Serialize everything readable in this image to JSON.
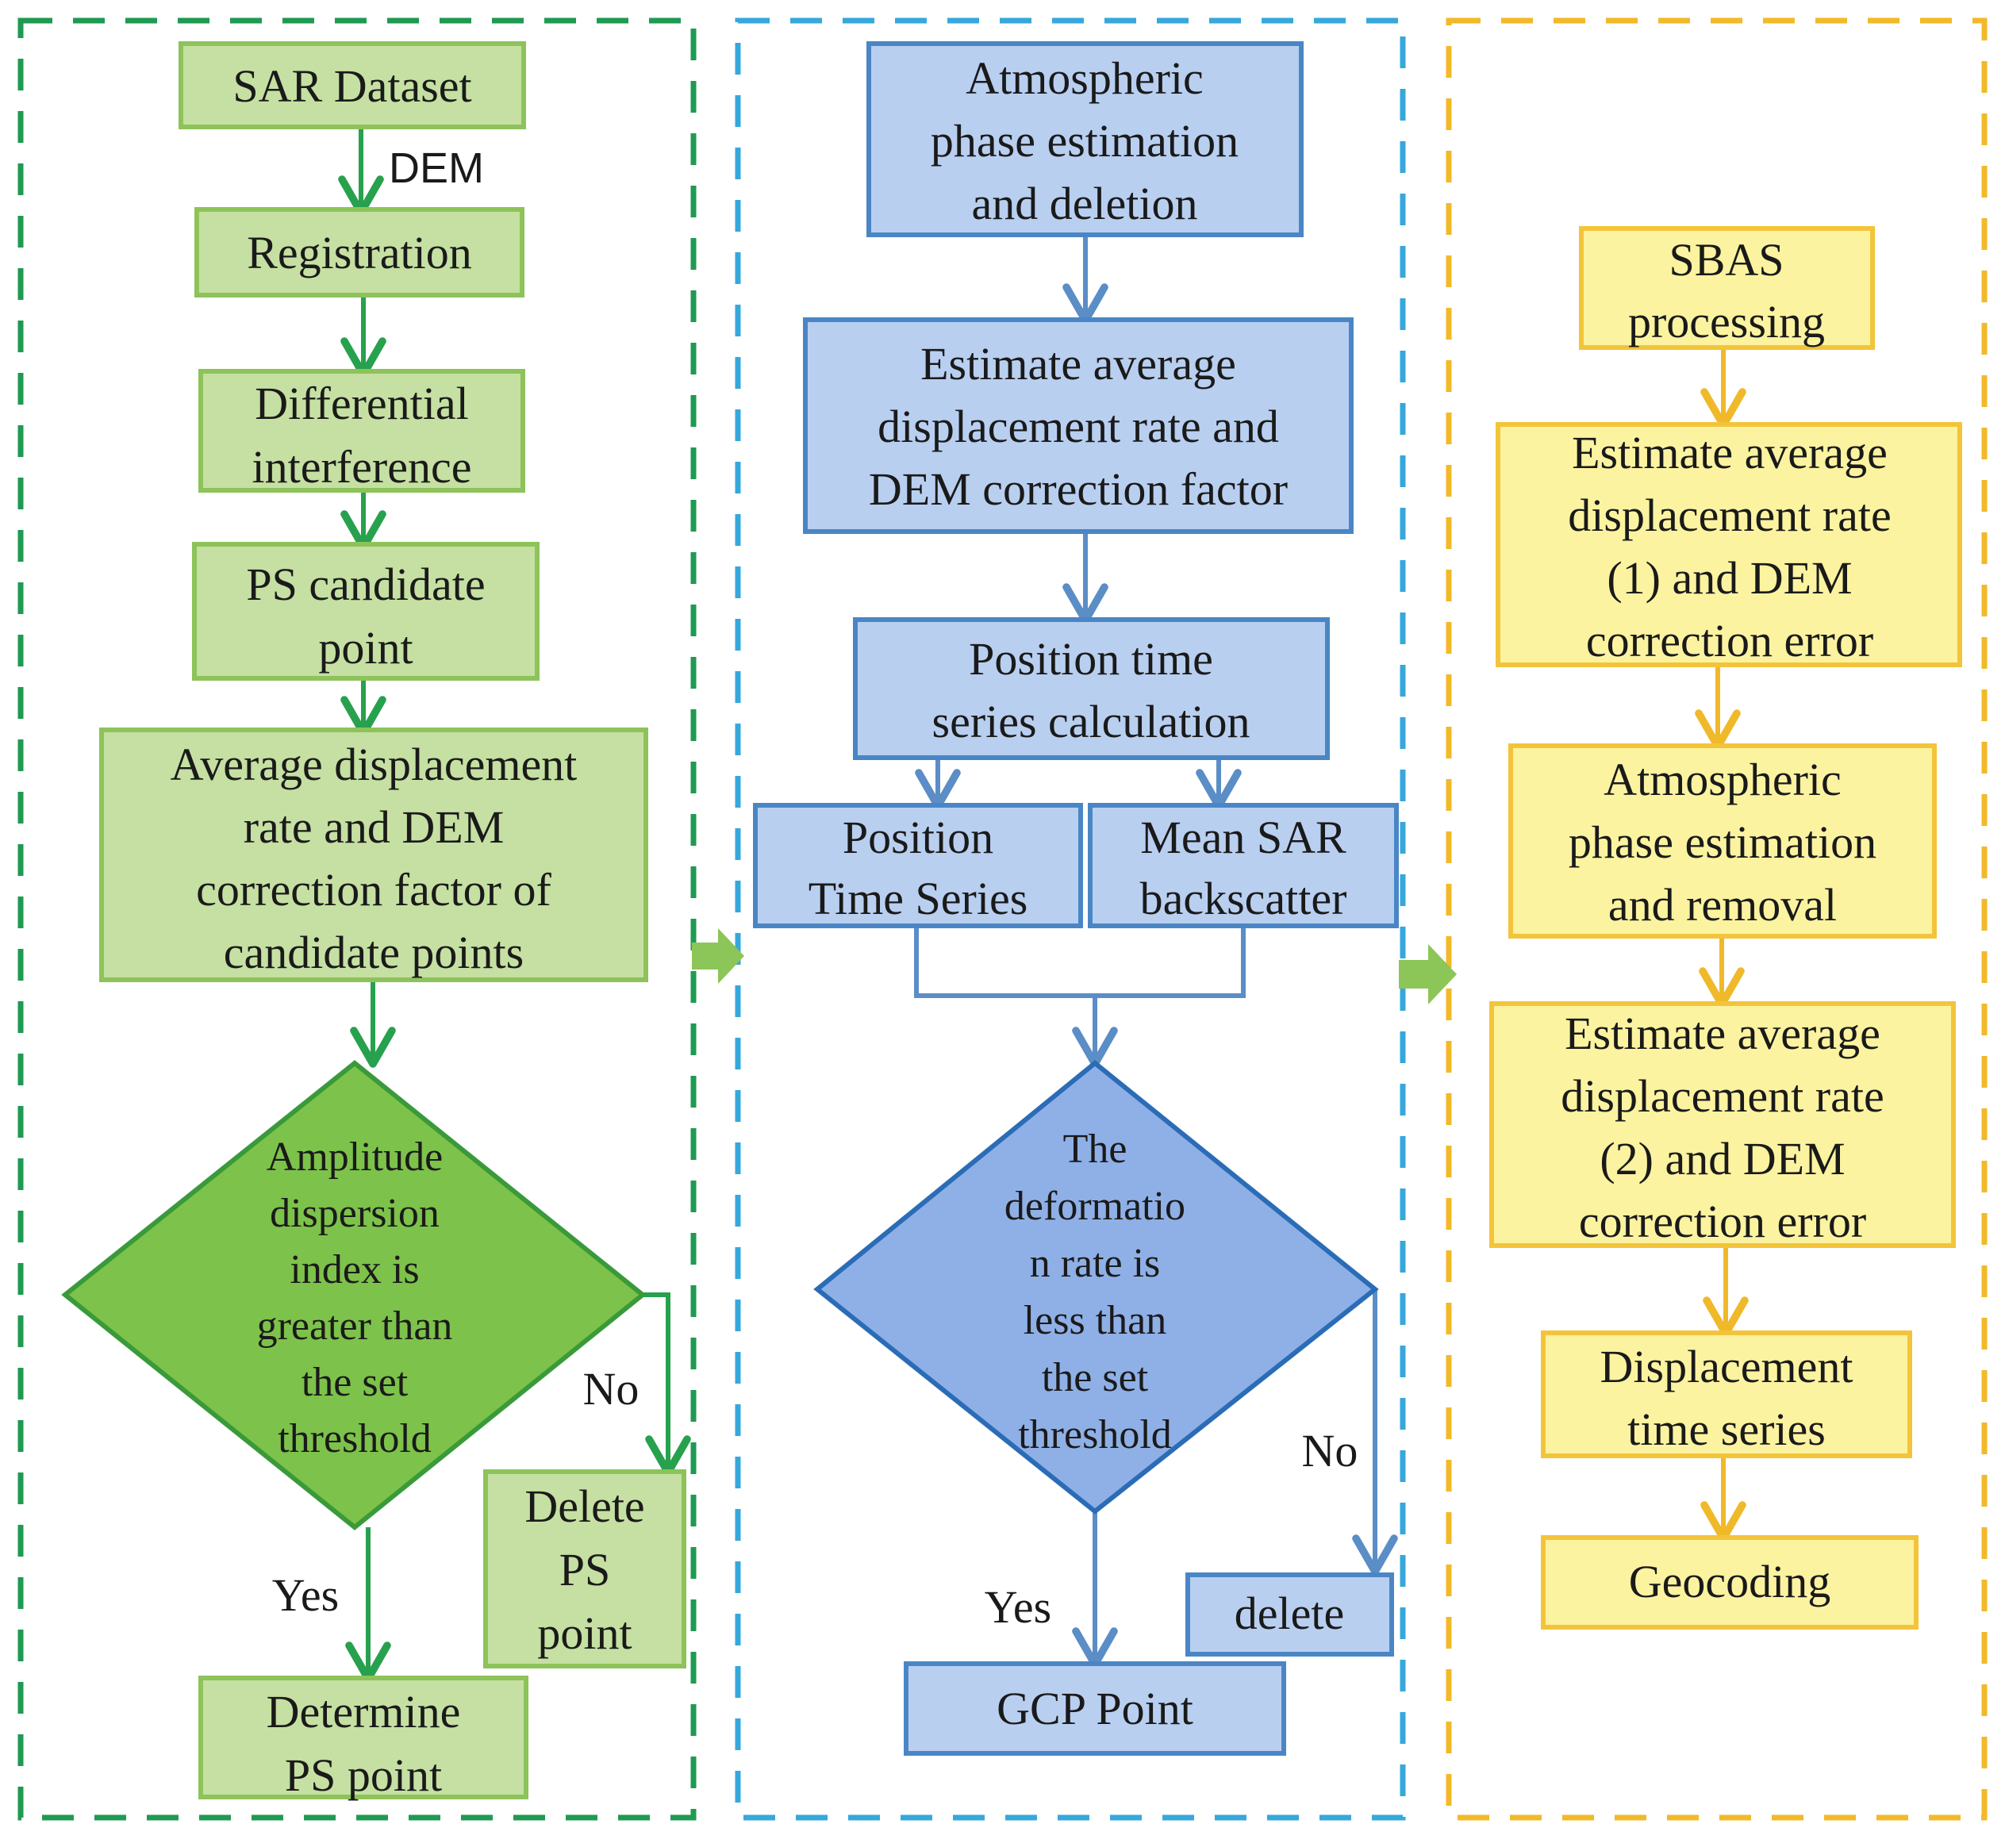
{
  "colors": {
    "green_fill": "#c5e0a2",
    "green_stroke": "#8dc35a",
    "green_dia_fill": "#7dc24a",
    "green_dia_stroke": "#3a9a3a",
    "green_arrow": "#27a14d",
    "green_panel": "#1f9a52",
    "blue_fill": "#b9cff0",
    "blue_stroke": "#4a86c5",
    "blue_dia_fill": "#8fb0e6",
    "blue_dia_stroke": "#2b6cb6",
    "blue_arrow": "#5b8dc6",
    "blue_panel": "#36a8dc",
    "yellow_fill": "#fbf3a0",
    "yellow_stroke": "#f3c43a",
    "yellow_arrow": "#f0b92a",
    "yellow_panel": "#f2b928",
    "between_arrow": "#8cc558"
  },
  "panel1": {
    "sar_dataset": "SAR Dataset",
    "dem": "DEM",
    "registration": "Registration",
    "differential": [
      "Differential",
      "interference"
    ],
    "ps_candidate": [
      "PS candidate",
      "point"
    ],
    "average": [
      "Average displacement",
      "rate and DEM",
      "correction factor of",
      "candidate points"
    ],
    "diamond": [
      "Amplitude",
      "dispersion",
      "index is",
      "greater than",
      "the set",
      "threshold"
    ],
    "no": "No",
    "yes": "Yes",
    "delete_ps": [
      "Delete",
      "PS",
      "point"
    ],
    "determine": [
      "Determine",
      "PS point"
    ]
  },
  "panel2": {
    "atmospheric": [
      "Atmospheric",
      "phase estimation",
      "and deletion"
    ],
    "estimate": [
      "Estimate average",
      "displacement rate and",
      "DEM correction factor"
    ],
    "position_calc": [
      "Position time",
      "series calculation"
    ],
    "position_ts": [
      "Position",
      "Time Series"
    ],
    "mean_sar": [
      "Mean SAR",
      "backscatter"
    ],
    "diamond": [
      "The",
      "deformatio",
      "n rate is",
      "less than",
      "the set",
      "threshold"
    ],
    "no": "No",
    "yes": "Yes",
    "delete": "delete",
    "gcp": "GCP Point"
  },
  "panel3": {
    "sbas": [
      "SBAS",
      "processing"
    ],
    "estimate1": [
      "Estimate average",
      "displacement rate",
      "(1) and DEM",
      "correction error"
    ],
    "atmospheric": [
      "Atmospheric",
      "phase estimation",
      "and removal"
    ],
    "estimate2": [
      "Estimate average",
      "displacement rate",
      "(2) and DEM",
      "correction error"
    ],
    "displacement": [
      "Displacement",
      "time series"
    ],
    "geocoding": "Geocoding"
  }
}
